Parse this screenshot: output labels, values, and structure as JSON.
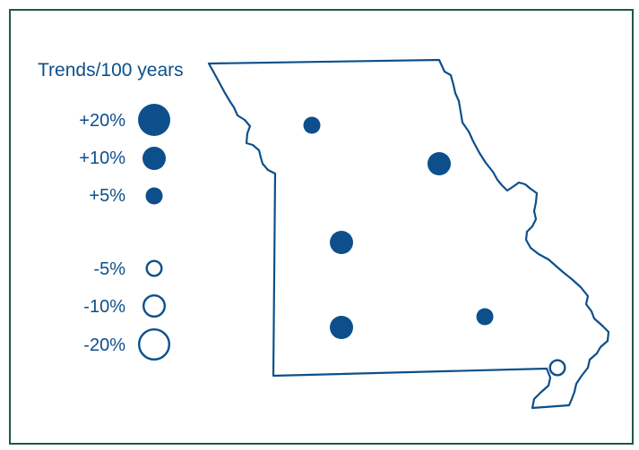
{
  "legend": {
    "title": "Trends/100 years",
    "items": [
      {
        "label": "+20%",
        "value": 20
      },
      {
        "label": "+10%",
        "value": 10
      },
      {
        "label": "+5%",
        "value": 5
      },
      {
        "label": "-5%",
        "value": -5
      },
      {
        "label": "-10%",
        "value": -10
      },
      {
        "label": "-20%",
        "value": -20
      }
    ]
  },
  "stations": [
    {
      "id": "northwest",
      "trend": 5
    },
    {
      "id": "northeast",
      "trend": 10
    },
    {
      "id": "central",
      "trend": 10
    },
    {
      "id": "southwest",
      "trend": 10
    },
    {
      "id": "southeast",
      "trend": 5
    },
    {
      "id": "bootheel",
      "trend": -5
    }
  ],
  "colors": {
    "border": "#1e5a3c",
    "marker": "#0d4f8b",
    "text": "#0d4f8b"
  }
}
